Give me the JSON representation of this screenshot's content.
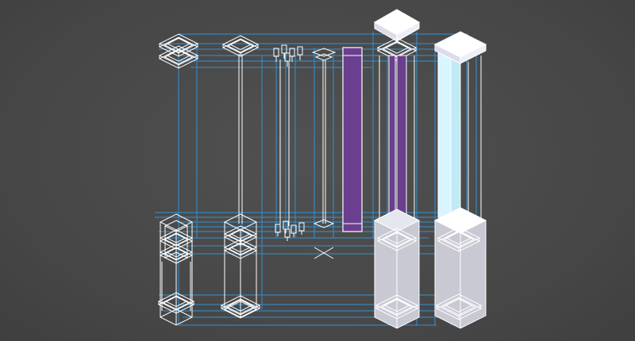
{
  "viewport": {
    "background_color": "#4a4a4a",
    "wire_color": "#ffffff",
    "guide_color": "#2f93d6",
    "purple_panel_color": "#6b3f8f",
    "glass_panel_color": "#d8f6ff",
    "solid_column_color": "#c9c9d4"
  },
  "components": [
    {
      "id": "c1",
      "kind": "post-kit-wireframe"
    },
    {
      "id": "c2",
      "kind": "center-rod-post"
    },
    {
      "id": "c3",
      "kind": "exploded-hardware"
    },
    {
      "id": "c4",
      "kind": "rod-and-brackets"
    },
    {
      "id": "c5",
      "kind": "purple-panel"
    },
    {
      "id": "c6",
      "kind": "assembled-post-purple"
    },
    {
      "id": "c7",
      "kind": "assembled-post-glass"
    }
  ]
}
